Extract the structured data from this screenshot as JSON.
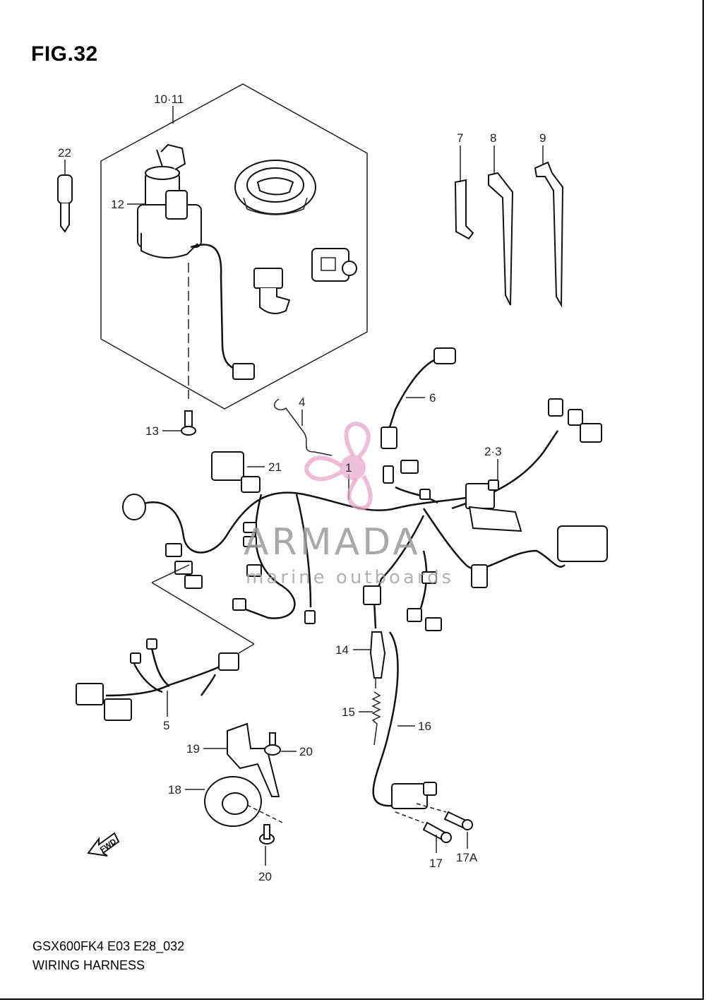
{
  "figure": {
    "title": "FIG.32",
    "code": "GSX600FK4 E03 E28_032",
    "name": "WIRING HARNESS"
  },
  "callouts": [
    {
      "id": "c-10-11",
      "text": "10·11"
    },
    {
      "id": "c-22",
      "text": "22"
    },
    {
      "id": "c-12",
      "text": "12"
    },
    {
      "id": "c-13",
      "text": "13"
    },
    {
      "id": "c-7",
      "text": "7"
    },
    {
      "id": "c-8",
      "text": "8"
    },
    {
      "id": "c-9",
      "text": "9"
    },
    {
      "id": "c-6",
      "text": "6"
    },
    {
      "id": "c-4",
      "text": "4"
    },
    {
      "id": "c-21",
      "text": "21"
    },
    {
      "id": "c-1",
      "text": "1"
    },
    {
      "id": "c-2-3",
      "text": "2·3"
    },
    {
      "id": "c-14",
      "text": "14"
    },
    {
      "id": "c-15",
      "text": "15"
    },
    {
      "id": "c-16",
      "text": "16"
    },
    {
      "id": "c-5",
      "text": "5"
    },
    {
      "id": "c-19",
      "text": "19"
    },
    {
      "id": "c-20a",
      "text": "20"
    },
    {
      "id": "c-18",
      "text": "18"
    },
    {
      "id": "c-20b",
      "text": "20"
    },
    {
      "id": "c-17",
      "text": "17"
    },
    {
      "id": "c-17a",
      "text": "17A"
    }
  ],
  "watermark": {
    "brand": "ARMADA",
    "tagline": "marine outboards",
    "color": "#e8a6c8"
  },
  "fwd_label": "FWD"
}
